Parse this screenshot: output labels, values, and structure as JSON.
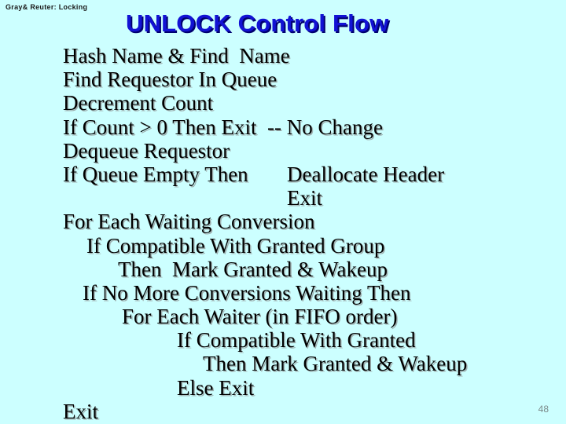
{
  "slide": {
    "running_header": "Gray& Reuter: Locking",
    "title": "UNLOCK Control Flow",
    "page_number": "48",
    "background_color": "#ccffff",
    "title_color": "#1212d4",
    "title_shadow_color": "#00006e",
    "body_color": "#000000",
    "body_shadow_color": "#9fb0b0",
    "page_number_color": "#7b8a8a"
  },
  "code": {
    "lines": [
      {
        "indent": 80,
        "text": "Hash Name & Find  Name"
      },
      {
        "indent": 80,
        "text": "Find Requestor In Queue"
      },
      {
        "indent": 80,
        "text": "Decrement Count"
      },
      {
        "indent": 80,
        "text": "If Count > 0 Then Exit",
        "comment_indent": 340,
        "comment": "-- No Change"
      },
      {
        "indent": 80,
        "text": "Dequeue Requestor"
      },
      {
        "indent": 80,
        "text": "If Queue Empty Then",
        "comment_indent": 365,
        "comment": "Deallocate Header"
      },
      {
        "indent": 365,
        "text": "Exit"
      },
      {
        "indent": 80,
        "text": "For Each Waiting Conversion"
      },
      {
        "indent": 110,
        "text": "If Compatible With Granted Group"
      },
      {
        "indent": 150,
        "text": "Then  Mark Granted & Wakeup"
      },
      {
        "indent": 105,
        "text": "If No More Conversions Waiting Then"
      },
      {
        "indent": 155,
        "text": "For Each Waiter (in FIFO order)"
      },
      {
        "indent": 225,
        "text": "If Compatible With Granted"
      },
      {
        "indent": 258,
        "text": "Then Mark Granted & Wakeup"
      },
      {
        "indent": 225,
        "text": "Else Exit"
      },
      {
        "indent": 80,
        "text": "Exit"
      }
    ]
  }
}
